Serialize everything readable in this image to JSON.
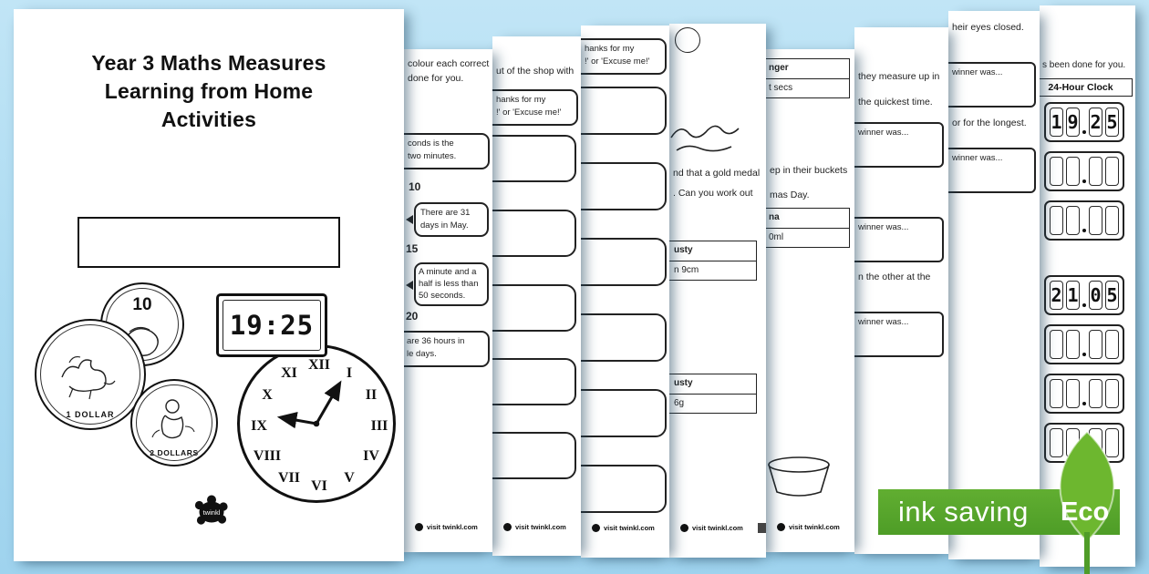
{
  "colors": {
    "background": "#aadaf1",
    "eco_bar_green": "#55a42c",
    "eco_leaf_green": "#6db72f"
  },
  "cover": {
    "title_line1": "Year 3 Maths Measures",
    "title_line2": "Learning from Home",
    "title_line3": "Activities",
    "clock_text": "19:25",
    "analog_numerals": [
      "XII",
      "I",
      "II",
      "III",
      "IV",
      "V",
      "VI",
      "VII",
      "VIII",
      "IX",
      "X",
      "XI"
    ],
    "coin_ten": "10",
    "coin_one_dollar": "1 DOLLAR",
    "coin_two_dollars": "2 DOLLARS",
    "logo_text": "twinkl"
  },
  "footer": {
    "visit": "visit twinkl.com"
  },
  "p2": {
    "top1": "colour each correct",
    "top2": "done for you.",
    "bubble_l1": "conds is the",
    "bubble_l2": "two minutes.",
    "n10": "10",
    "n15": "15",
    "n20": "20",
    "box31_l1": "There are 31",
    "box31_l2": "days in May.",
    "box50_l1": "A minute and a",
    "box50_l2": "half is less than",
    "box50_l3": "50 seconds.",
    "box36_l1": "are 36 hours in",
    "box36_l2": "le days."
  },
  "p3": {
    "top": "ut of the shop with",
    "bubble_l1": "hanks for my",
    "bubble_l2": "!' or 'Excuse me!'"
  },
  "p4": {
    "bubble_l1": "hanks for my",
    "bubble_l2": "!' or 'Excuse me!'"
  },
  "p5": {
    "line1": "nd that a gold medal",
    "line2": ". Can you work out",
    "table1_header": "usty",
    "table1_row": "n 9cm",
    "table2_header": "usty",
    "table2_row": "6g"
  },
  "p6": {
    "table1_header": "nger",
    "table1_row": "t secs",
    "line1": "ep in their buckets",
    "line2": "mas Day.",
    "table2_header": "na",
    "table2_row": "0ml"
  },
  "p7": {
    "line1": "they measure up in",
    "line2": "the quickest time.",
    "winner": "winner was...",
    "line3": "n the other at the"
  },
  "p8": {
    "line1": "heir eyes closed.",
    "winner": "winner was...",
    "line2": "or for the longest."
  },
  "p9": {
    "line1": "s been done for you.",
    "header": "24-Hour Clock",
    "clock1_digits": [
      "1",
      "9",
      "2",
      "5"
    ],
    "clock2_digits": [
      "2",
      "1",
      "0",
      "5"
    ]
  },
  "eco": {
    "bar": "ink saving",
    "leaf": "Eco"
  }
}
